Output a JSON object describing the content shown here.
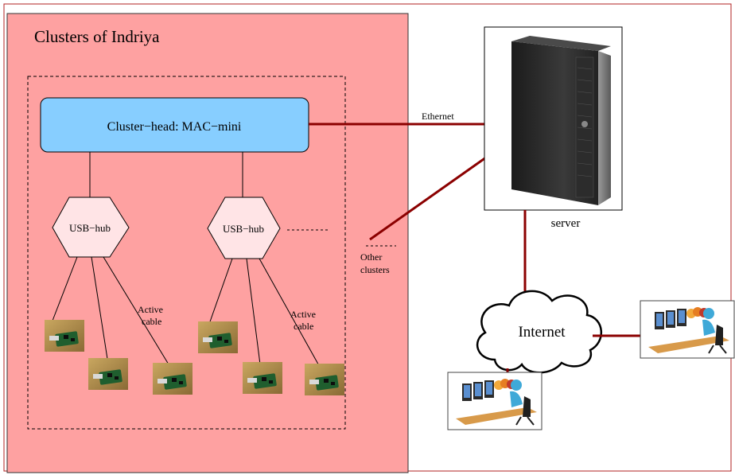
{
  "clusters": {
    "title": "Clusters of Indriya",
    "cluster_head": "Cluster−head: MAC−mini",
    "hubs": [
      {
        "label": "USB−hub",
        "cable_label": [
          "Active",
          "cable"
        ]
      },
      {
        "label": "USB−hub",
        "cable_label": [
          "Active",
          "cable"
        ]
      }
    ],
    "other_clusters": [
      "Other",
      "clusters"
    ]
  },
  "links": {
    "ethernet": "Ethernet"
  },
  "server": {
    "label": "server"
  },
  "internet": {
    "label": "Internet"
  },
  "colors": {
    "frame_border": "#b22222",
    "cluster_panel": "#fea1a1",
    "cluster_head_fill": "#87ceff",
    "hub_fill": "#ffe4e6",
    "link": "#8b0000"
  },
  "icons": {
    "server": "server-tower-icon",
    "cloud": "internet-cloud-icon",
    "sensor": "sensor-mote-icon",
    "workstation": "users-workstation-icon"
  }
}
